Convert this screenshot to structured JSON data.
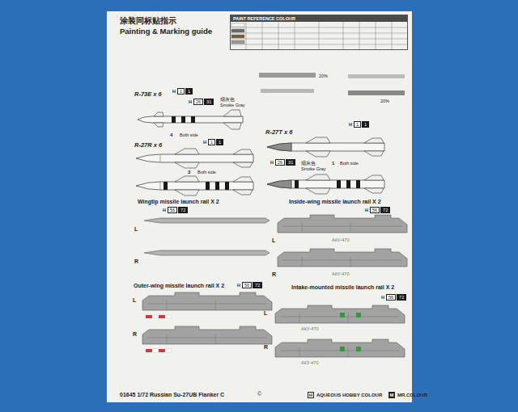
{
  "diagram": {
    "title": "涂装同标贴指示",
    "caption": "01645 1/72 Russian Su-27UB Flanker C",
    "nodes": [
      {
        "text": [
          "PAINT REFERENCE COLOUR"
        ]
      },
      {
        "text": [
          "H",
          "1",
          "1"
        ]
      },
      {
        "text": [
          "H",
          "26",
          "31"
        ]
      },
      {
        "text": [
          "H",
          "1",
          "1"
        ]
      },
      {
        "text": [
          "H",
          "1",
          "1"
        ]
      },
      {
        "text": [
          "H",
          "26",
          "31"
        ]
      },
      {
        "text": [
          "H",
          "56",
          "72"
        ]
      },
      {
        "text": [
          "H",
          "56",
          "72"
        ]
      },
      {
        "text": [
          "H",
          "56",
          "72"
        ]
      },
      {
        "text": [
          "H",
          "56",
          "72"
        ]
      }
    ],
    "labels": [
      "Painting & Marking guide",
      "R-73E x 6",
      "烟灰色",
      "Smoke Gray",
      "4",
      "Both side",
      "R-27R x 6",
      "3",
      "Both side",
      "20%",
      "20%",
      "R-27T x 6",
      "1",
      "Both side",
      "烟灰色",
      "Smoke Gray",
      "Wingtip missile launch rail X 2",
      "L",
      "R",
      "Inside-wing missile launch rail X 2",
      "L",
      "АКУ-470",
      "R",
      "АКУ-470",
      "Outer-wing missile launch rail X 2",
      "L",
      "R",
      "Intake-mounted missile launch rail X 2",
      "L",
      "АКУ-470",
      "R",
      "АКУ-470",
      "©",
      "H",
      "M"
    ],
    "legend": [
      {
        "text": "AQUEOUS HOBBY COLOUR",
        "color": "#ffffff"
      },
      {
        "text": "MR.COLOUR",
        "color": "#1a1a1a"
      }
    ]
  }
}
